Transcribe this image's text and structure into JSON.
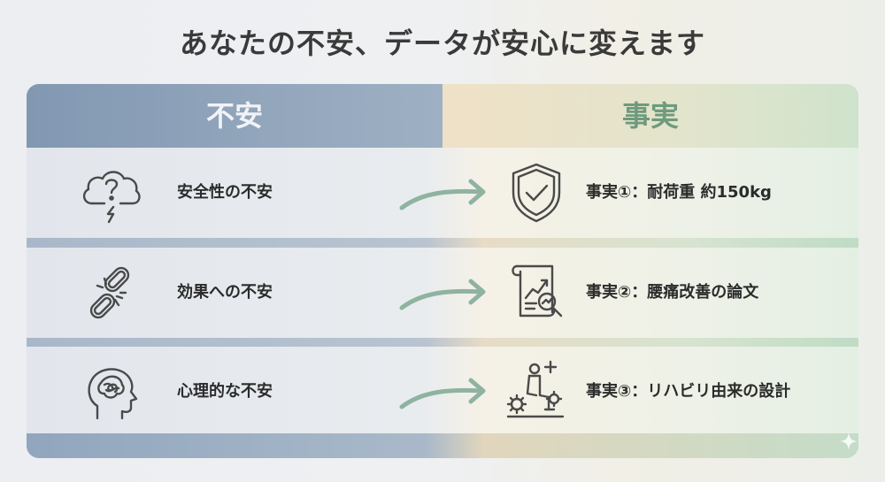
{
  "title": "あなたの不安、データが安心に変えます",
  "columns": {
    "left_header": "不安",
    "right_header": "事実"
  },
  "rows": [
    {
      "worry": "安全性の不安",
      "fact": "事実①：耐荷重 約150kg",
      "worry_icon": "cloud-question-lightning-icon",
      "fact_icon": "shield-check-icon"
    },
    {
      "worry": "効果への不安",
      "fact": "事実②：腰痛改善の論文",
      "worry_icon": "broken-chain-icon",
      "fact_icon": "research-paper-magnifier-icon"
    },
    {
      "worry": "心理的な不安",
      "fact": "事実③：リハビリ由来の設計",
      "worry_icon": "head-tangled-brain-icon",
      "fact_icon": "rehab-person-gears-icon"
    }
  ],
  "colors": {
    "title": "#3a3a3a",
    "left_header_bg": "#8298b2",
    "right_header_text": "#6e9a7e",
    "arrow": "#8fb3a0",
    "icon_stroke": "#4a4a4a"
  }
}
